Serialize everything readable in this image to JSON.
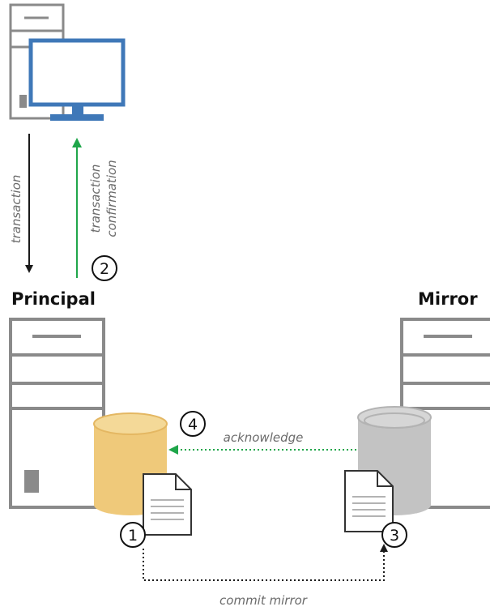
{
  "labels": {
    "principal": "Principal",
    "mirror": "Mirror",
    "transaction": "transaction",
    "transaction_confirmation_line1": "transaction",
    "transaction_confirmation_line2": "confirmation",
    "acknowledge": "acknowledge",
    "commit_mirror": "commit mirror"
  },
  "steps": [
    "1",
    "2",
    "3",
    "4"
  ],
  "icons": {
    "client": "desktop-computer-icon",
    "principal_server": "server-tower-icon",
    "mirror_server": "server-tower-icon",
    "principal_db": "database-cylinder-icon",
    "mirror_db": "database-cylinder-icon",
    "log": "document-icon"
  },
  "colors": {
    "server_gray": "#7f7f7f",
    "monitor_blue": "#3f78b8",
    "principal_db": "#efc97a",
    "mirror_db": "#c3c3c3",
    "confirm_arrow": "#1fa64a",
    "transaction_arrow": "#1a1a1a",
    "ack_arrow": "#1fa64a",
    "commit_arrow": "#1a1a1a"
  }
}
